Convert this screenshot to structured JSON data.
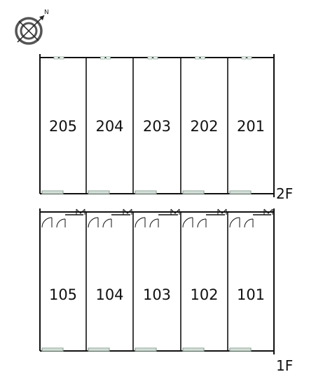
{
  "compass": {
    "icon": "compass-north-arrow-icon",
    "label": "N"
  },
  "floors": [
    {
      "label": "2F",
      "units": [
        "205",
        "204",
        "203",
        "202",
        "201"
      ]
    },
    {
      "label": "1F",
      "units": [
        "105",
        "104",
        "103",
        "102",
        "101"
      ]
    }
  ],
  "colors": {
    "line": "#111111",
    "window": "#8fa89a",
    "background": "#ffffff"
  }
}
